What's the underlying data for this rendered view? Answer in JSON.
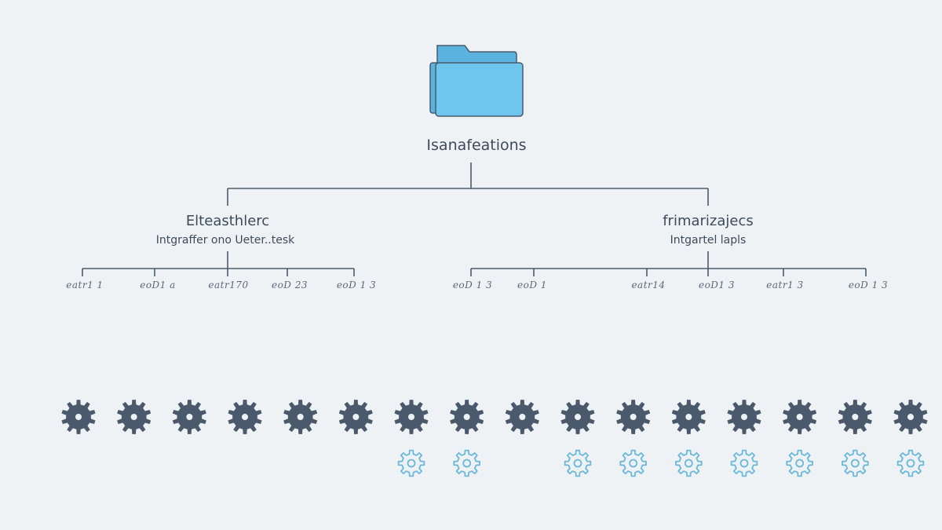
{
  "root": {
    "label": "Isanafeations",
    "icon": "folder-icon"
  },
  "branches": [
    {
      "title": "Elteasthlerc",
      "subtitle": "Intgraffer ono Ueter..tesk",
      "leaves": [
        "eatr1 1",
        "eoD1 a",
        "eatr170",
        "eoD 23",
        "eoD 1 3"
      ]
    },
    {
      "title": "frimarizajecs",
      "subtitle": "Intgartel lapls",
      "leaves": [
        "eoD 1 3",
        "eoD 1",
        "eatr14",
        "eoD1 3",
        "eatr1 3",
        "eoD 1 3"
      ]
    }
  ],
  "gears": {
    "dark_count": 16,
    "light_present": [
      false,
      false,
      false,
      false,
      false,
      false,
      true,
      true,
      false,
      true,
      true,
      true,
      true,
      true,
      true,
      true
    ]
  },
  "colors": {
    "background": "#eef2f5",
    "line": "#4a5a6c",
    "text": "#3c4b5c",
    "folder": "#6ec6ee",
    "folder_back": "#5cb3e0",
    "folder_outline": "#4a5a6c",
    "gear_dark": "#4a5a6c",
    "gear_light": "#6ab8dc"
  }
}
